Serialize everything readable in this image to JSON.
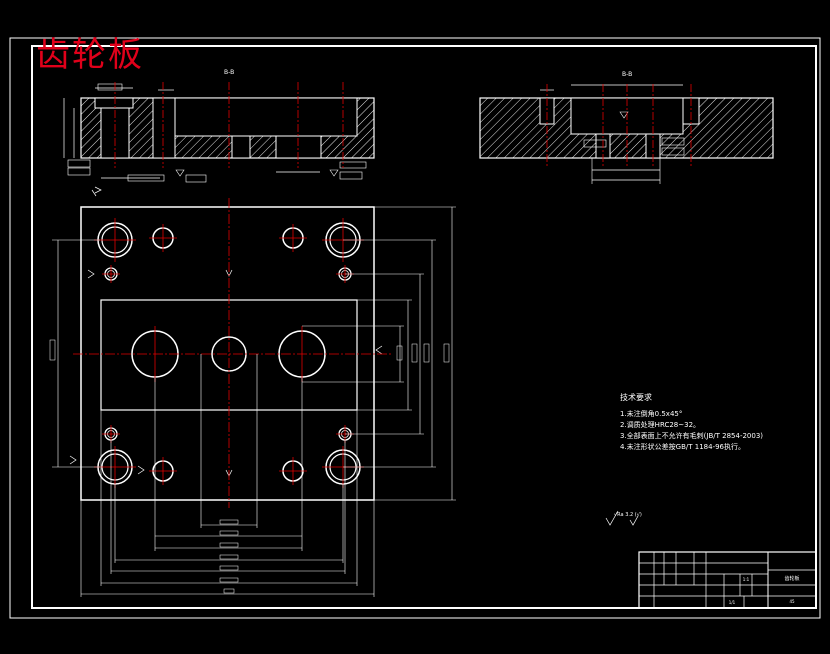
{
  "title": "齿轮板",
  "section_label_left": "B-B",
  "section_label_right": "B-B",
  "tech_requirements": {
    "heading": "技术要求",
    "items": [
      "1.未注倒角0.5x45°",
      "2.调质处理HRC28~32。",
      "3.全部表面上不允许有毛刺(JB/T 2854-2003)",
      "4.未注形状公差按GB/T 1184-96执行。"
    ]
  },
  "roughness_note": "√Ra 3.2 (√)",
  "title_block": {
    "drawing_name": "齿轮板",
    "scale": "1:1",
    "material": "45",
    "sheet": "1/1"
  },
  "colors": {
    "background": "#000000",
    "lines": "#ffffff",
    "centerlines": "#e00000",
    "title": "#e0001a"
  }
}
